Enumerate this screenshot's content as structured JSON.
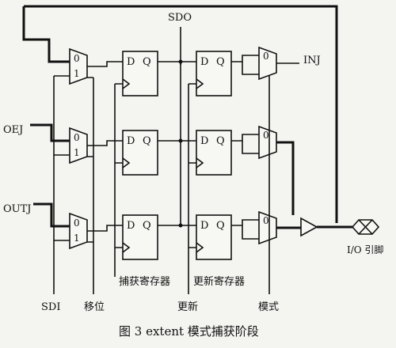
{
  "labels": {
    "sdo": "SDO",
    "inj": "INJ",
    "oej": "OEJ",
    "outj": "OUTJ",
    "sdi": "SDI",
    "shift": "移位",
    "capture_reg": "捕获寄存器",
    "update_reg": "更新寄存器",
    "update": "更新",
    "mode": "模式",
    "io_pin": "I/O 引脚",
    "caption": "图 3  extent 模式捕获阶段"
  },
  "flipflop": {
    "d": "D",
    "q": "Q"
  },
  "mux": {
    "zero": "0",
    "one": "1"
  },
  "colors": {
    "ink": "#111111",
    "paper": "#f4f4f1"
  }
}
